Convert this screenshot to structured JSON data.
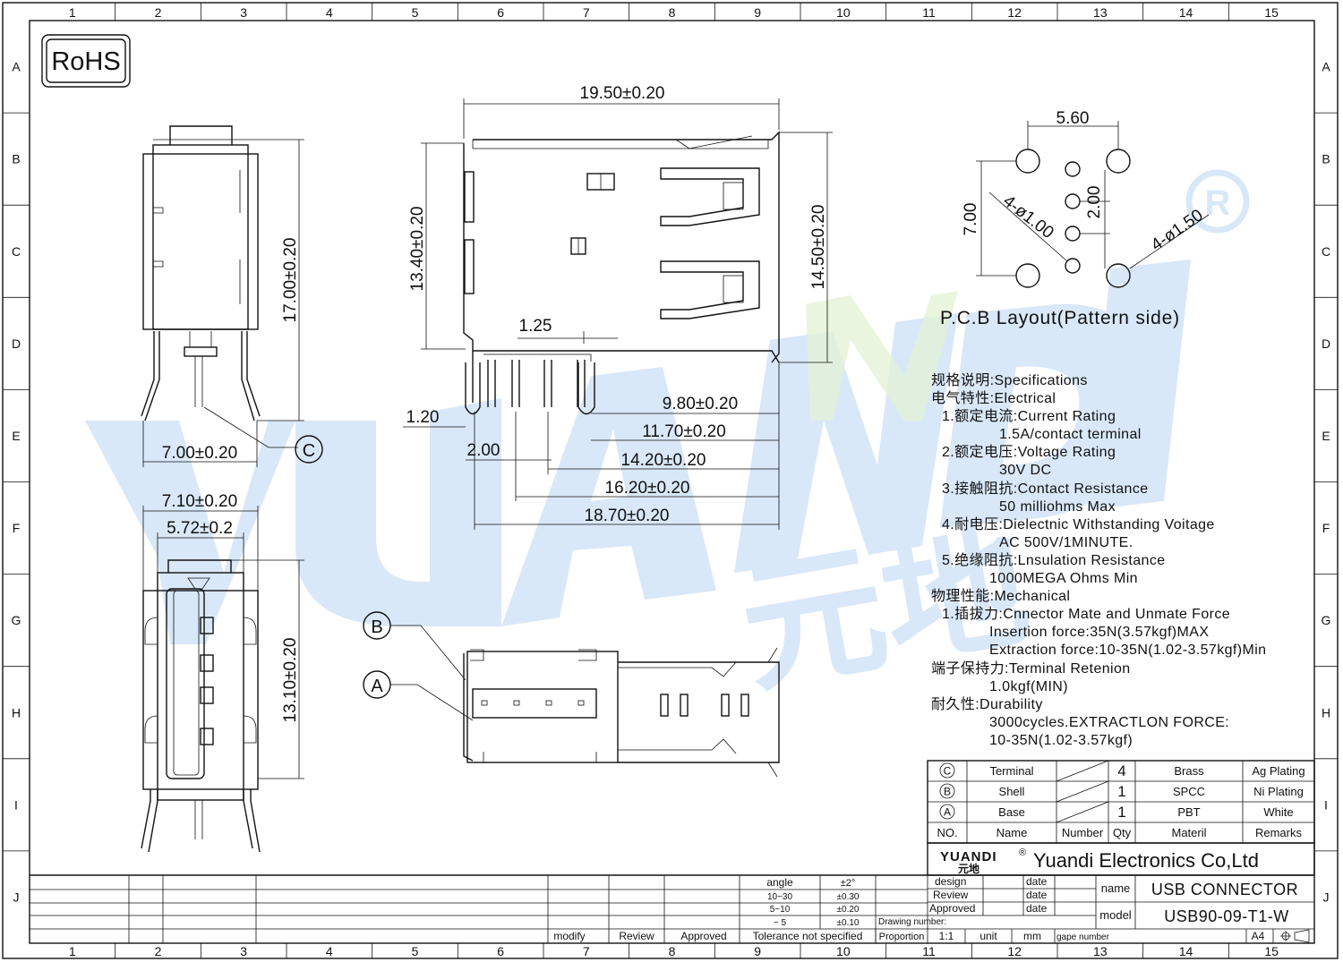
{
  "frame": {
    "col_labels": [
      "1",
      "2",
      "3",
      "4",
      "5",
      "6",
      "7",
      "8",
      "9",
      "10",
      "11",
      "12",
      "13",
      "14",
      "15"
    ],
    "row_labels": [
      "A",
      "B",
      "C",
      "D",
      "E",
      "F",
      "G",
      "H",
      "I",
      "J"
    ]
  },
  "rohs": "RoHS",
  "watermark": {
    "text": "YUANDI",
    "color": "#cfe2f6",
    "registered": "®",
    "logo_cn": "元地"
  },
  "dimensions": {
    "side_17": "17.00±0.20",
    "side_7w": "7.00±0.20",
    "callout_c": "C",
    "front_710": "7.10±0.20",
    "front_572": "5.72±0.2",
    "front_1310": "13.10±0.20",
    "top_1950": "19.50±0.20",
    "top_1340": "13.40±0.20",
    "top_1450": "14.50±0.20",
    "top_125": "1.25",
    "top_120": "1.20",
    "top_200": "2.00",
    "top_980": "9.80±0.20",
    "top_1170": "11.70±0.20",
    "top_1420": "14.20±0.20",
    "top_1620": "16.20±0.20",
    "top_1870": "18.70±0.20",
    "callout_b": "B",
    "callout_a": "A"
  },
  "pcb": {
    "w": "5.60",
    "h": "7.00",
    "pitch": "2.00",
    "small_hole": "4-ø1.00",
    "large_hole": "4-ø1.50",
    "caption": "P.C.B Layout(Pattern side)"
  },
  "specs": {
    "title": "规格说明:Specifications",
    "electrical": "电气特性:Electrical",
    "e1": "1.额定电流:Current Rating",
    "e1v": "1.5A/contact terminal",
    "e2": "2.额定电压:Voltage Rating",
    "e2v": "30V DC",
    "e3": "3.接触阻抗:Contact Resistance",
    "e3v": "50 milliohms Max",
    "e4": "4.耐电压:Dielectnic Withstanding Voitage",
    "e4v": "AC 500V/1MINUTE.",
    "e5": "5.绝缘阻抗:Lnsulation Resistance",
    "e5v": "1000MEGA Ohms Min",
    "mechanical": "物理性能:Mechanical",
    "m1": "1.插拔力:Cnnector Mate and Unmate Force",
    "m1a": "Insertion force:35N(3.57kgf)MAX",
    "m1b": "Extraction force:10-35N(1.02-3.57kgf)Min",
    "retention": "端子保持力:Terminal Retenion",
    "retention_v": "1.0kgf(MIN)",
    "durability": "耐久性:Durability",
    "durability_v1": "3000cycles.EXTRACTLON FORCE:",
    "durability_v2": "10-35N(1.02-3.57kgf)"
  },
  "bom": {
    "rows": [
      {
        "no": "C",
        "name": "Terminal",
        "qty": "4",
        "material": "Brass",
        "remarks": "Ag Plating"
      },
      {
        "no": "B",
        "name": "Shell",
        "qty": "1",
        "material": "SPCC",
        "remarks": "Ni Plating"
      },
      {
        "no": "A",
        "name": "Base",
        "qty": "1",
        "material": "PBT",
        "remarks": "White"
      }
    ],
    "header": {
      "no": "NO.",
      "name": "Name",
      "number": "Number",
      "qty": "Qty",
      "material": "Materil",
      "remarks": "Remarks"
    }
  },
  "title_block": {
    "logo": "YUANDI",
    "logo_cn": "元地",
    "reg": "®",
    "company": "Yuandi Electronics Co,Ltd",
    "design": "design",
    "review": "Review",
    "approved": "Approved",
    "date": "date",
    "name_label": "name",
    "name_value": "USB CONNECTOR",
    "model_label": "model",
    "model_value": "USB90-09-T1-W",
    "drawing_number": "Drawing number:",
    "proportion": "Proportion",
    "proportion_value": "1:1",
    "unit": "unit",
    "unit_value": "mm",
    "page_number": "gape number",
    "size": "A4",
    "tol_angle": "angle",
    "tol_angle_v": "±2°",
    "tol_1030": "10~30",
    "tol_1030_v": "±0.30",
    "tol_510": "5~10",
    "tol_510_v": "±0.20",
    "tol_5": "~ 5",
    "tol_5_v": "±0.10",
    "modify": "modify",
    "rev": "Review",
    "appr": "Approved",
    "tolerance_ns": "Tolerance not specified"
  }
}
